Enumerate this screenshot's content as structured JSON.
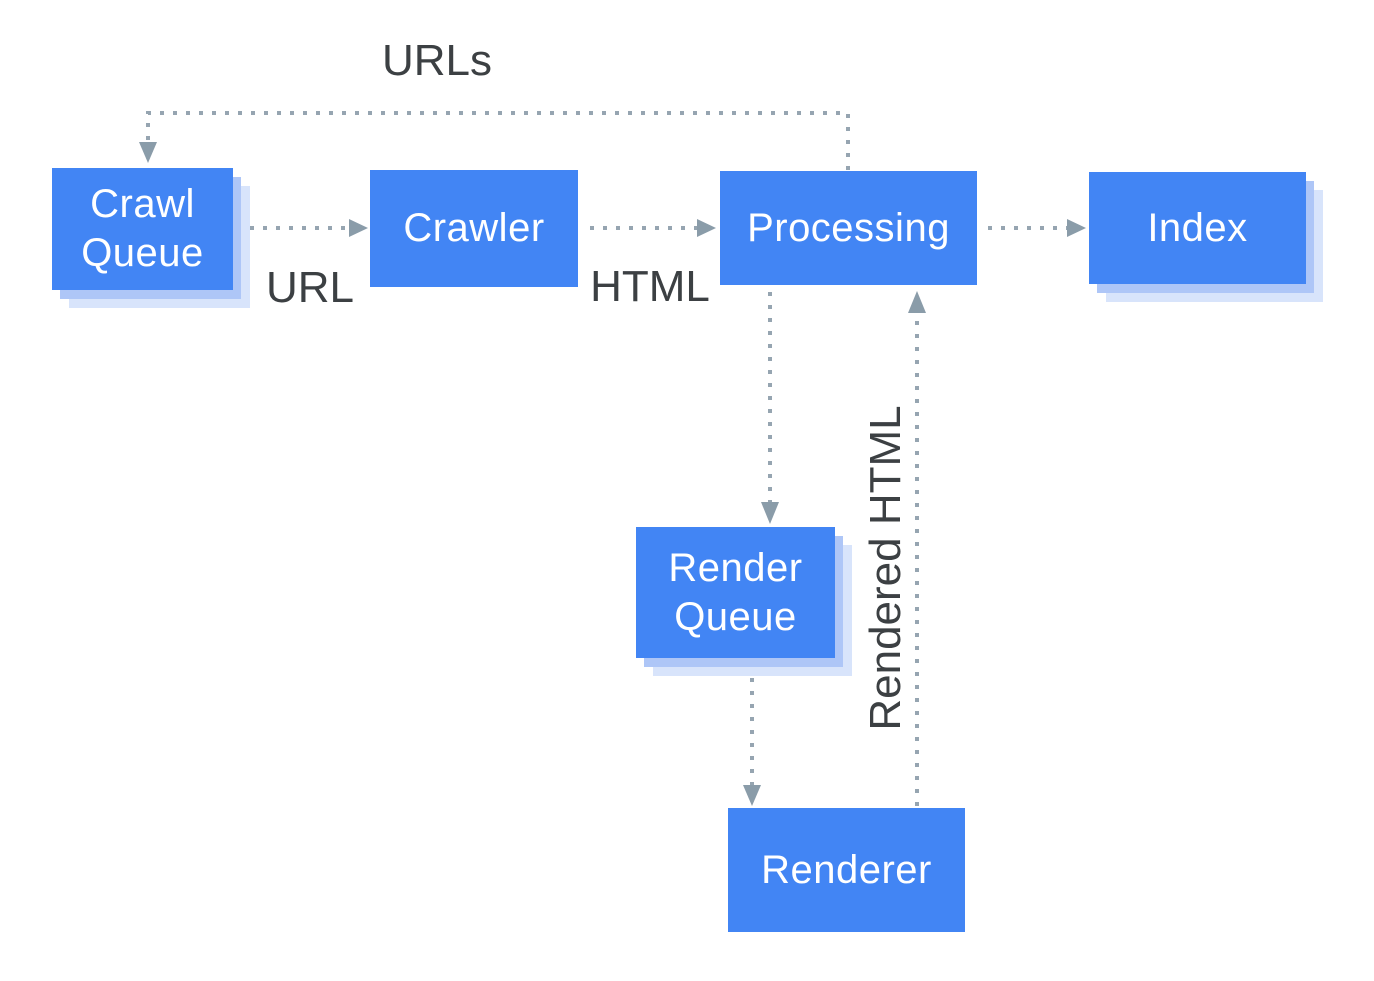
{
  "diagram": {
    "nodes": [
      {
        "id": "crawl-queue",
        "label": "Crawl Queue",
        "shadow": true
      },
      {
        "id": "crawler",
        "label": "Crawler",
        "shadow": false
      },
      {
        "id": "processing",
        "label": "Processing",
        "shadow": false
      },
      {
        "id": "index",
        "label": "Index",
        "shadow": true
      },
      {
        "id": "render-queue",
        "label": "Render Queue",
        "shadow": true
      },
      {
        "id": "renderer",
        "label": "Renderer",
        "shadow": false
      }
    ],
    "edges": [
      {
        "from": "processing",
        "to": "crawl-queue",
        "label": "URLs",
        "style": "dotted"
      },
      {
        "from": "crawl-queue",
        "to": "crawler",
        "label": "URL",
        "style": "dotted"
      },
      {
        "from": "crawler",
        "to": "processing",
        "label": "HTML",
        "style": "dotted"
      },
      {
        "from": "processing",
        "to": "index",
        "label": "",
        "style": "dotted"
      },
      {
        "from": "processing",
        "to": "render-queue",
        "label": "",
        "style": "dotted"
      },
      {
        "from": "render-queue",
        "to": "renderer",
        "label": "",
        "style": "dotted"
      },
      {
        "from": "renderer",
        "to": "processing",
        "label": "Rendered HTML",
        "style": "dotted"
      }
    ],
    "edge_labels": {
      "urls": "URLs",
      "url": "URL",
      "html": "HTML",
      "rendered_html": "Rendered HTML"
    },
    "colors": {
      "node_fill": "#4285F4",
      "node_text": "#ffffff",
      "shadow_inner": "#aec6f7",
      "shadow_outer": "#d8e4fb",
      "line": "#96a5b1",
      "arrowhead": "#8a9ca9",
      "label_text": "#3c4043",
      "background": "#ffffff"
    }
  }
}
